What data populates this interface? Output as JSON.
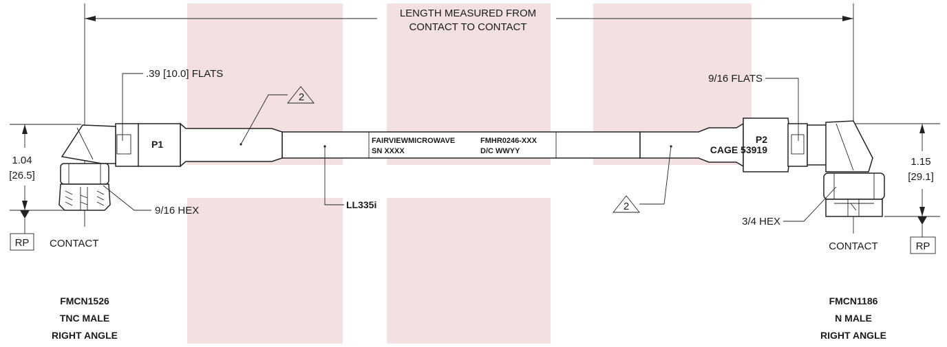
{
  "dimension_top": {
    "line1": "LENGTH MEASURED FROM",
    "line2": "CONTACT TO CONTACT"
  },
  "left_connector": {
    "flats_label": ".39 [10.0] FLATS",
    "height_in": "1.04",
    "height_mm": "[26.5]",
    "hex_label": "9/16 HEX",
    "ref_box": "RP",
    "contact_label": "CONTACT",
    "port_label": "P1",
    "part_number": "FMCN1526",
    "type": "TNC MALE",
    "orientation": "RIGHT ANGLE"
  },
  "right_connector": {
    "flats_label": "9/16 FLATS",
    "height_in": "1.15",
    "height_mm": "[29.1]",
    "hex_label": "3/4 HEX",
    "ref_box": "RP",
    "contact_label": "CONTACT",
    "port_label": "P2",
    "cage_label": "CAGE 53919",
    "part_number": "FMCN1186",
    "type": "N MALE",
    "orientation": "RIGHT ANGLE"
  },
  "cable_label": {
    "brand": "FAIRVIEWMICROWAVE",
    "serial": "SN XXXX",
    "part": "FMHR0246-XXX",
    "date_code": "D/C WWYY"
  },
  "cable_type": "LL335i",
  "note_flag": "2",
  "colors": {
    "line": "#222222",
    "watermark": "#efd5d7"
  }
}
